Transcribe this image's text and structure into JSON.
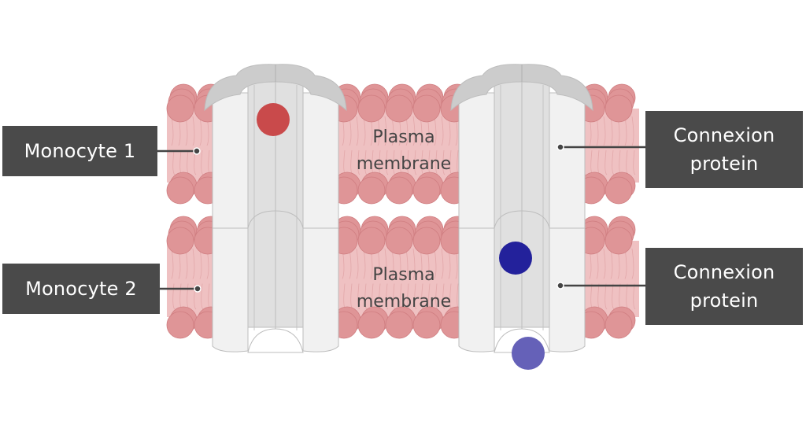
{
  "title": "Gap junction between two monocytes",
  "labels": {
    "monocyte_1": "Monocyte 1",
    "monocyte_2": "Monocyte 2",
    "connexion_top": [
      "Connexion",
      "protein"
    ],
    "connexion_bottom": [
      "Connexion",
      "protein"
    ],
    "membrane_top": [
      "Plasma",
      "membrane"
    ],
    "membrane_bottom": [
      "Plasma",
      "membrane"
    ]
  },
  "colors": {
    "label_bg": "#4a4a4a",
    "label_text": "#ffffff",
    "lipid_head": "#df9597",
    "lipid_head_stroke": "#cf7d80",
    "lipid_tail": "#efc1c2",
    "connexin_light": "#f1f1f1",
    "connexin_mid": "#e0e0e0",
    "connexin_cap": "#cccccc",
    "connexin_stroke": "#bdbdbd",
    "molecule_red": "#c94a4b",
    "molecule_navy": "#23219b",
    "molecule_violet": "#6561b8",
    "leader_line": "#444444"
  },
  "molecules": [
    {
      "name": "red-molecule",
      "color_key": "molecule_red"
    },
    {
      "name": "navy-molecule",
      "color_key": "molecule_navy"
    },
    {
      "name": "violet-molecule",
      "color_key": "molecule_violet"
    }
  ]
}
